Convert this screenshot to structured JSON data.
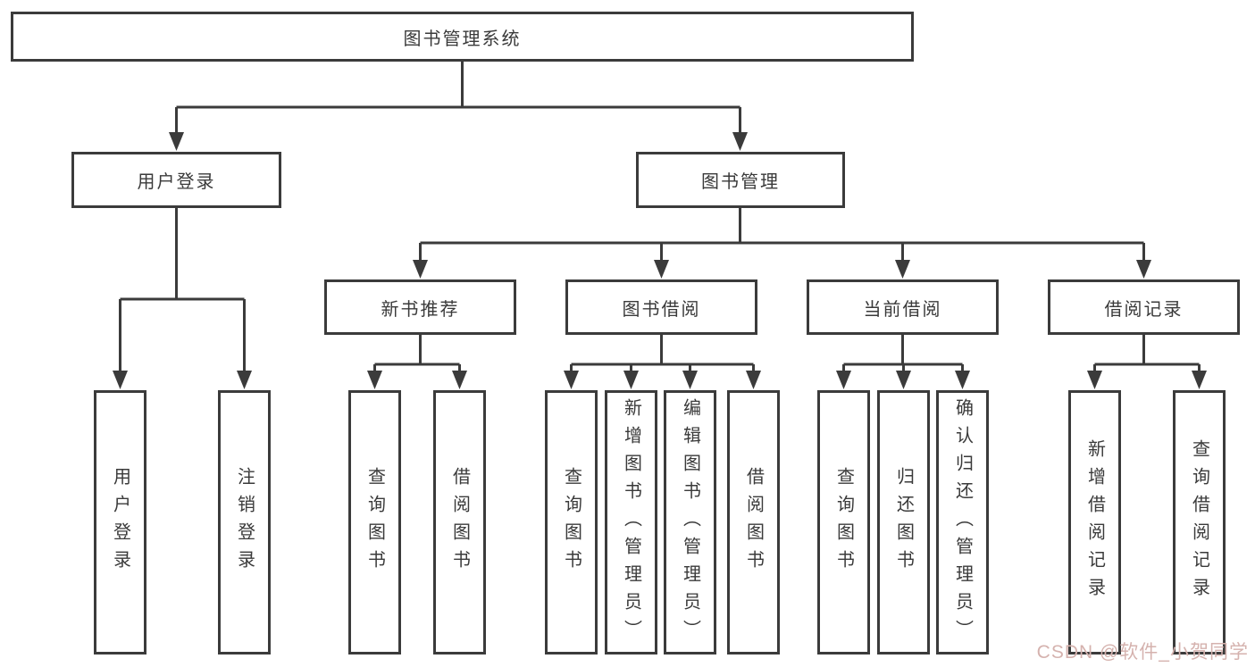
{
  "tree": {
    "root": {
      "label": "图书管理系统"
    },
    "branches": [
      {
        "label": "用户登录",
        "children": [
          {
            "label": "用户登录"
          },
          {
            "label": "注销登录"
          }
        ]
      },
      {
        "label": "图书管理",
        "children": [
          {
            "label": "新书推荐",
            "children": [
              {
                "label": "查询图书"
              },
              {
                "label": "借阅图书"
              }
            ]
          },
          {
            "label": "图书借阅",
            "children": [
              {
                "label": "查询图书"
              },
              {
                "label": "新增图书（管理员）"
              },
              {
                "label": "编辑图书（管理员）"
              },
              {
                "label": "借阅图书"
              }
            ]
          },
          {
            "label": "当前借阅",
            "children": [
              {
                "label": "查询图书"
              },
              {
                "label": "归还图书"
              },
              {
                "label": "确认归还（管理员）"
              }
            ]
          },
          {
            "label": "借阅记录",
            "children": [
              {
                "label": "新增借阅记录"
              },
              {
                "label": "查询借阅记录"
              }
            ]
          }
        ]
      }
    ]
  },
  "watermark": {
    "text": "CSDN @软件_小贺同学"
  },
  "colors": {
    "line": "#3b3b3b",
    "box_border": "#3b3b3b",
    "text": "#3a3a3a",
    "background": "#ffffff",
    "watermark": "#d5b2ae"
  }
}
